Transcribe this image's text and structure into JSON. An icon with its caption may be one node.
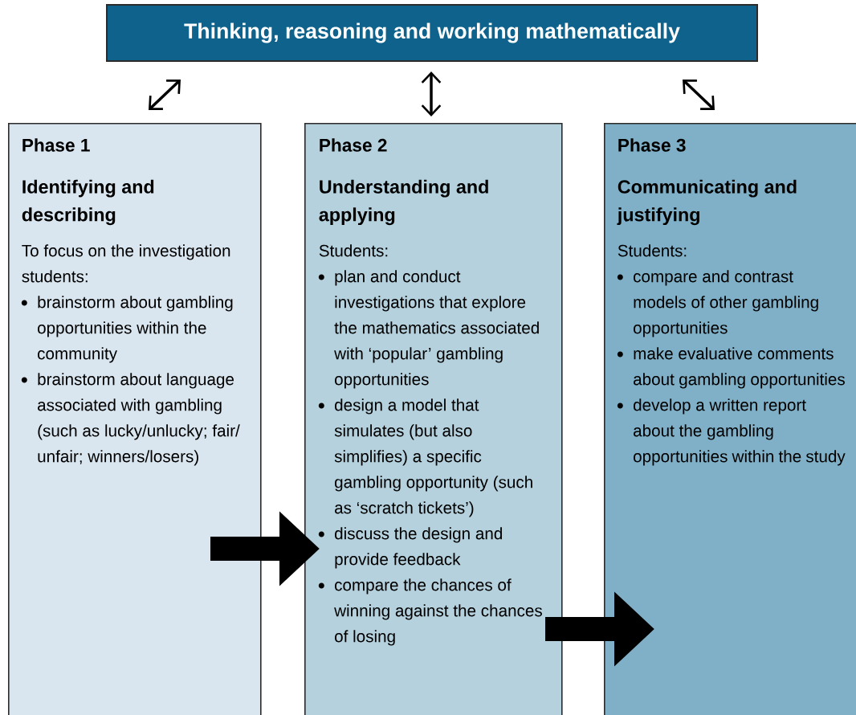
{
  "diagram": {
    "nodes": [
      {
        "text": [
          "Thinking, reasoning and working mathematically"
        ]
      },
      {
        "text": [
          "Phase 1",
          "Identifying and describing",
          "To focus on the investigation students:",
          "brainstorm about gambling opportunities within the community",
          "brainstorm about language associated with gambling (such as lucky/unlucky; fair/ unfair; winners/losers)"
        ]
      },
      {
        "text": [
          "Phase 2",
          "Understanding and applying",
          "Students:",
          "plan and conduct investigations that explore the mathematics associated with ‘popular’ gambling opportunities",
          "design a model that simulates (but also simplifies) a specific gambling opportunity (such as ‘scratch tickets’)",
          "discuss the design and provide feedback",
          "compare the chances of winning against the chances of losing"
        ]
      },
      {
        "text": [
          "Phase 3",
          "Communicating and justifying",
          "Students:",
          "compare and contrast models of other gambling opportunities",
          "make evaluative comments about gambling opportunities",
          "develop a written report about the gambling opportunities within the study"
        ]
      }
    ],
    "edges": [
      {
        "from": 0,
        "to": 1,
        "arrow": "both"
      },
      {
        "from": 0,
        "to": 2,
        "arrow": "both"
      },
      {
        "from": 0,
        "to": 3,
        "arrow": "both"
      },
      {
        "from": 1,
        "to": 2,
        "arrow": "to",
        "style": "thick"
      },
      {
        "from": 2,
        "to": 3,
        "arrow": "to",
        "style": "thick"
      }
    ]
  }
}
